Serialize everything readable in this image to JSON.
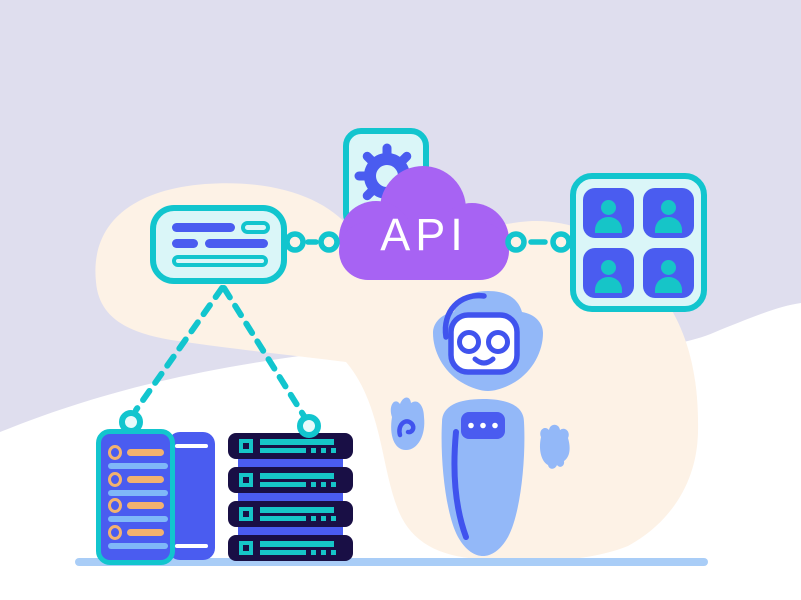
{
  "illustration": {
    "cloud_label": "API"
  },
  "palette": {
    "lavender_background": "#dfdeee",
    "white_wave": "#ffffff",
    "cream_blob": "#fdf2e6",
    "teal_outline": "#12c5ce",
    "teal_panel_fill": "#daf6f8",
    "cloud_purple": "#a763f3",
    "primary_blue": "#4a5cf0",
    "robot_outline_blue": "#4053ee",
    "robot_body_blue": "#93b8f8",
    "sky_blue_bar": "#7fb8f8",
    "orange_bar": "#f2b26f",
    "rack_navy": "#190f45",
    "avatar_teal": "#16c5c8",
    "ground_line": "#a9cdf7"
  },
  "icons": {
    "gear": "blue cogwheel in teal rounded panel",
    "api_cloud": "purple cloud with API label",
    "document_card": "teal card with blue text bars",
    "users_grid": "2x2 grid of teal person avatars on blue tiles",
    "server_tower": "blue server with orange and sky-blue rows",
    "rack_stack": "4 stacked dark navy rack units with teal bars",
    "robot": "light blue assistant robot with antenna and chest panel",
    "connector_node": "teal circle-and-dash link"
  },
  "counts": {
    "user_tiles": 4,
    "rack_units": 4,
    "server_orange_rows": 4,
    "server_sky_rows": 4
  }
}
